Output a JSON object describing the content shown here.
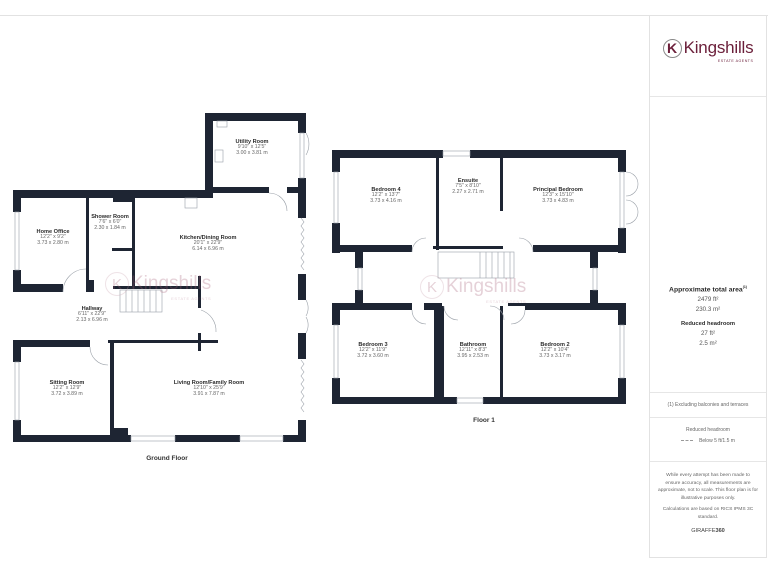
{
  "brand": {
    "logo_letter": "K",
    "logo_name": "Kingshills",
    "logo_tagline": "ESTATE AGENTS",
    "primary_color": "#6b1f3a"
  },
  "floors": [
    {
      "label": "Ground Floor",
      "rooms": [
        {
          "name": "Utility Room",
          "imperial": "9'10\" x 12'5\"",
          "metric": "3.00 x 3.81 m"
        },
        {
          "name": "Home Office",
          "imperial": "12'2\" x 9'2\"",
          "metric": "3.73 x 2.80 m"
        },
        {
          "name": "Shower Room",
          "imperial": "7'6\" x 6'0\"",
          "metric": "2.30 x 1.84 m"
        },
        {
          "name": "Kitchen/Dining Room",
          "imperial": "20'1\" x 22'9\"",
          "metric": "6.14 x 6.96 m"
        },
        {
          "name": "Hallway",
          "imperial": "6'11\" x 22'9\"",
          "metric": "2.13 x 6.96 m"
        },
        {
          "name": "Sitting Room",
          "imperial": "12'2\" x 12'9\"",
          "metric": "3.72 x 3.89 m"
        },
        {
          "name": "Living Room/Family Room",
          "imperial": "12'10\" x 25'9\"",
          "metric": "3.91 x 7.87 m"
        }
      ]
    },
    {
      "label": "Floor 1",
      "rooms": [
        {
          "name": "Bedroom 4",
          "imperial": "12'2\" x 13'7\"",
          "metric": "3.73 x 4.16 m"
        },
        {
          "name": "Ensuite",
          "imperial": "7'5\" x 8'10\"",
          "metric": "2.27 x 2.71 m"
        },
        {
          "name": "Principal Bedroom",
          "imperial": "12'3\" x 15'10\"",
          "metric": "3.73 x 4.83 m"
        },
        {
          "name": "Bedroom 3",
          "imperial": "12'2\" x 11'9\"",
          "metric": "3.72 x 3.60 m"
        },
        {
          "name": "Bathroom",
          "imperial": "12'11\" x 8'3\"",
          "metric": "3.95 x 2.53 m"
        },
        {
          "name": "Bedroom 2",
          "imperial": "12'2\" x 10'4\"",
          "metric": "3.73 x 3.17 m"
        }
      ]
    }
  ],
  "sidebar": {
    "area_title": "Approximate total area",
    "area_footnote": "(1)",
    "total_ft2": "2479 ft²",
    "total_m2": "230.3 m²",
    "reduced_title": "Reduced headroom",
    "reduced_ft2": "27 ft²",
    "reduced_m2": "2.5 m²",
    "footnote": "(1) Excluding balconies and terraces",
    "legend_title": "Reduced headroom",
    "legend_text": "Below 5 ft/1.5 m",
    "disclaimer": "While every attempt has been made to ensure accuracy, all measurements are approximate, not to scale. This floor plan is for illustrative purposes only.",
    "calc_note": "Calculations are based on RICS IPMS 3C standard.",
    "credit_light": "GIRAFFE",
    "credit_bold": "360"
  },
  "colors": {
    "wall": "#1e2533",
    "watermark": "#a55d75"
  }
}
